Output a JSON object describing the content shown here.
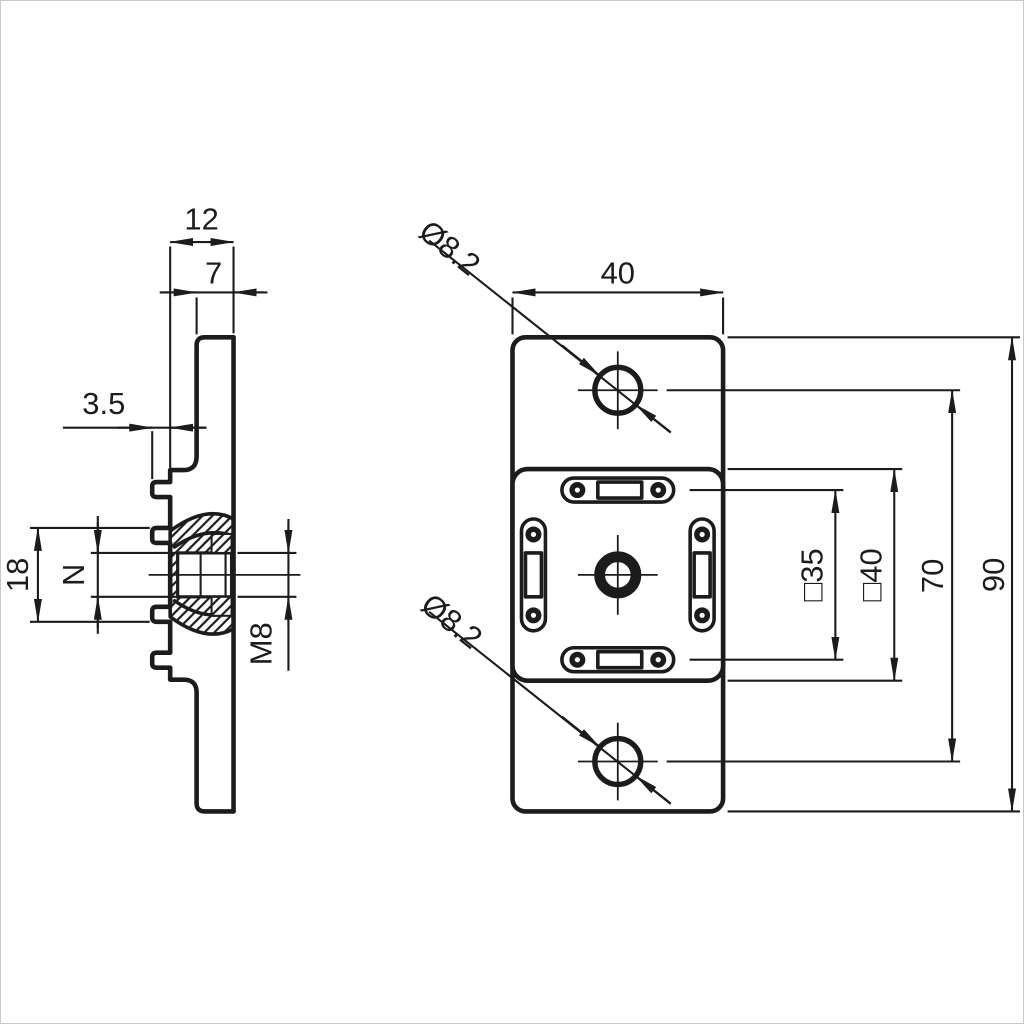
{
  "drawing": {
    "type": "mechanical engineering drawing, two views of a square mounting flange with weld nut",
    "line_color": "#1c1c1c",
    "background": "#ffffff",
    "side_view": {
      "dims": {
        "overall_depth": "12",
        "plate_thickness": "7",
        "tab_offset": "3.5",
        "hub_span": "18",
        "nut_height": "N",
        "thread": "M8"
      }
    },
    "front_view": {
      "dims": {
        "hole_dia_top": "Ø8.2",
        "hole_dia_bottom": "Ø8.2",
        "plate_width": "40",
        "slot_pattern_square": "□35",
        "boss_square": "□40",
        "hole_spacing": "70",
        "plate_height": "90"
      }
    }
  }
}
